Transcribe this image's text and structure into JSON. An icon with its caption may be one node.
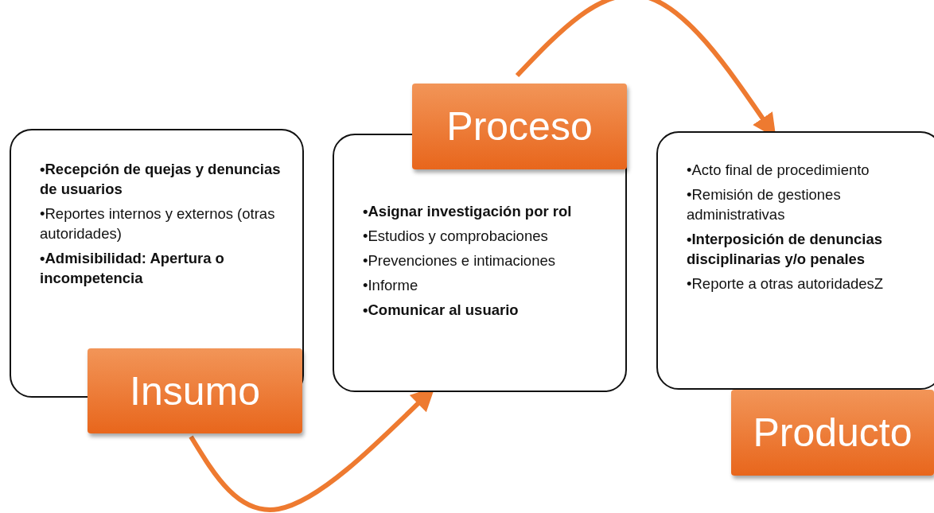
{
  "diagram": {
    "nodes": [
      {
        "text": [
          "**•Recepción de quejas y denuncias de usuarios**",
          "•Reportes internos y externos (otras autoridades)",
          "**•Admisibilidad: Apertura o incompetencia**"
        ]
      },
      {
        "text": [
          "Insumo"
        ]
      },
      {
        "text": [
          "Proceso"
        ]
      },
      {
        "text": [
          "**•Asignar investigación por rol**",
          "•Estudios y comprobaciones",
          "•Prevenciones e intimaciones",
          "•Informe",
          "**•Comunicar al usuario**"
        ]
      },
      {
        "text": [
          "•Acto final de procedimiento",
          "•Remisión de gestiones administrativas",
          "**•Interposición de denuncias disciplinarias y/o penales**",
          "•Reporte a otras autoridadesZ"
        ]
      },
      {
        "text": [
          "Producto"
        ]
      }
    ],
    "edges": [
      {
        "from": 1,
        "to": 3,
        "arrow": "to"
      },
      {
        "from": 2,
        "to": 4,
        "arrow": "to"
      }
    ]
  }
}
